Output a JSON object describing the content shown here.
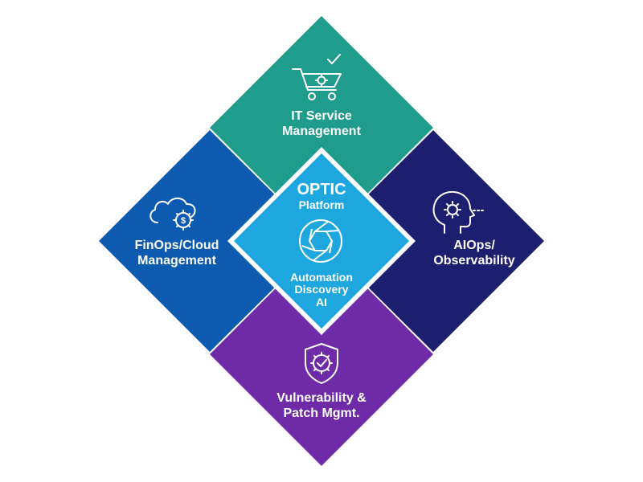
{
  "colors": {
    "itsm": "#1f9c8c",
    "finops": "#0d5bb0",
    "aiops": "#1c1e70",
    "vuln": "#6f2aa7",
    "core": "#1ea7de",
    "gap": "#ffffff"
  },
  "quadrants": {
    "itsm": {
      "line1": "IT Service",
      "line2": "Management",
      "icon": "shopping-cart-gear-check-icon"
    },
    "finops": {
      "line1": "FinOps/Cloud",
      "line2": "Management",
      "icon": "cloud-dollar-gear-icon"
    },
    "aiops": {
      "line1": "AIOps/",
      "line2": "Observability",
      "icon": "head-gear-icon"
    },
    "vuln": {
      "line1": "Vulnerability &",
      "line2": "Patch Mgmt.",
      "icon": "shield-gear-check-icon"
    }
  },
  "core": {
    "title": "OPTIC",
    "subtitle": "Platform",
    "icon": "aperture-icon",
    "features": [
      "Automation",
      "Discovery",
      "AI"
    ]
  }
}
